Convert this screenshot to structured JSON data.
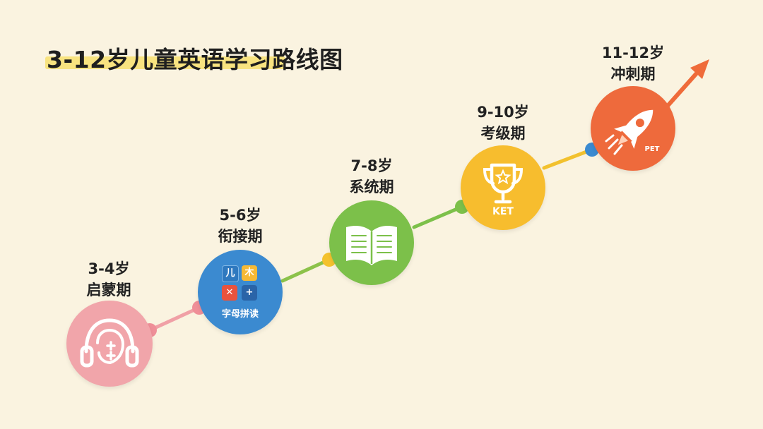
{
  "title": "3-12岁儿童英语学习路线图",
  "colors": {
    "background": "#faf3e0",
    "title_highlight": "#f7df6f",
    "stage1": "#f1a5aa",
    "stage2": "#3b8ad0",
    "stage3": "#7cc04a",
    "stage4": "#f7bd2e",
    "stage5": "#ee6a3c",
    "arrow": "#ef6b3a"
  },
  "stages": [
    {
      "age": "3-4岁",
      "name": "启蒙期",
      "icon": "headphones-icon"
    },
    {
      "age": "5-6岁",
      "name": "衔接期",
      "icon": "letter-tiles-icon",
      "icon_text": "字母拼读",
      "tiles": [
        "儿",
        "木",
        "✕",
        "+"
      ]
    },
    {
      "age": "7-8岁",
      "name": "系统期",
      "icon": "open-book-icon"
    },
    {
      "age": "9-10岁",
      "name": "考级期",
      "icon": "trophy-icon",
      "icon_text": "KET"
    },
    {
      "age": "11-12岁",
      "name": "冲刺期",
      "icon": "rocket-icon",
      "icon_text": "PET"
    }
  ]
}
